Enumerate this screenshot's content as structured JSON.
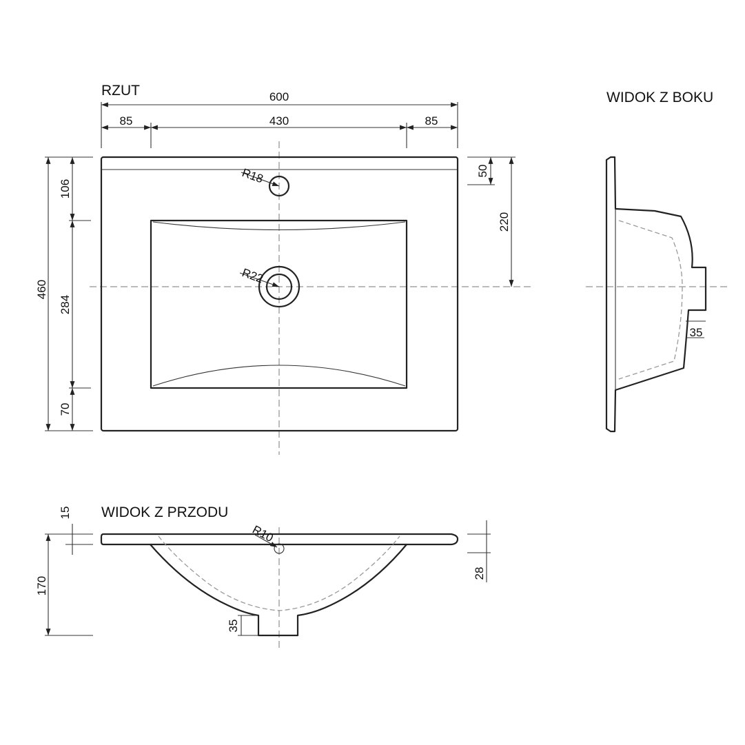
{
  "views": {
    "plan": "RZUT",
    "side": "WIDOK Z BOKU",
    "front": "WIDOK Z PRZODU"
  },
  "dimensions": {
    "width_total": "600",
    "width_left": "85",
    "width_basin": "430",
    "width_right": "85",
    "depth_total": "460",
    "depth_back": "106",
    "depth_basin": "284",
    "depth_front": "70",
    "rim_back": "50",
    "to_drain": "220",
    "tap_hole_radius": "R18",
    "drain_radius": "R22",
    "side_drain": "35",
    "top_thickness": "15",
    "total_height": "170",
    "inner_radius": "R10",
    "rim_height": "28",
    "outlet_height": "35"
  }
}
